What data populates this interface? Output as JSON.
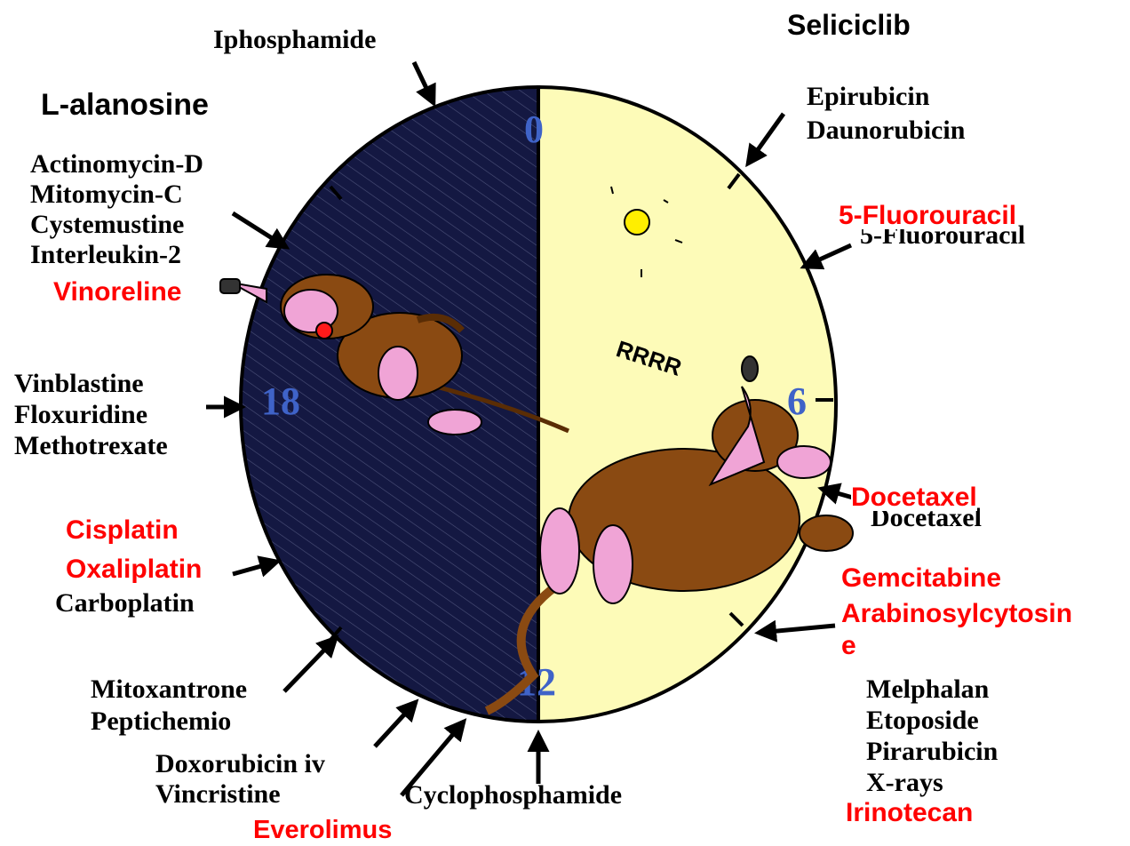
{
  "colors": {
    "night": "#141842",
    "day": "#fdfbb8",
    "hour_numbers": "#3f63c8",
    "highlight_text": "#ff0000",
    "mouse_fur": "#8a4a12",
    "mouse_pink": "#f0a4d6"
  },
  "clock": {
    "hours": {
      "top": "0",
      "right": "6",
      "bottom": "12",
      "left": "18"
    },
    "day_text": "RRRR"
  },
  "labels": {
    "seliciclib": "Seliciclib",
    "l_alanosine": "L-alanosine",
    "iphosphamide": "Iphosphamide",
    "epirubicin_group": [
      "Epirubicin",
      "Daunorubicin"
    ],
    "fluorouracil_red": "5-Fluorouracil",
    "fluorouracil_old": "5-Fluorouracil",
    "actinomycin_group": [
      "Actinomycin-D",
      "Mitomycin-C",
      "Cystemustine",
      "Interleukin-2"
    ],
    "vinoreline": "Vinoreline",
    "vinblastine_group": [
      "Vinblastine",
      "Floxuridine",
      "Methotrexate"
    ],
    "docetaxel_red": "Docetaxel",
    "docetaxel_old": "Docetaxel",
    "platinum_red": [
      "Cisplatin",
      "Oxaliplatin"
    ],
    "carboplatin": "Carboplatin",
    "gemcitabine": "Gemcitabine",
    "arabinosylcytosine": [
      "Arabinosylcytosin",
      "e"
    ],
    "melphalan_group": [
      "Melphalan",
      "Etoposide",
      "Pirarubicin",
      "X-rays"
    ],
    "mitoxantrone_group": [
      "Mitoxantrone",
      "Peptichemio"
    ],
    "doxorubicin_group": [
      "Doxorubicin iv",
      "Vincristine"
    ],
    "cyclophosphamide": "Cyclophosphamide",
    "everolimus": "Everolimus",
    "irinotecan": "Irinotecan"
  }
}
